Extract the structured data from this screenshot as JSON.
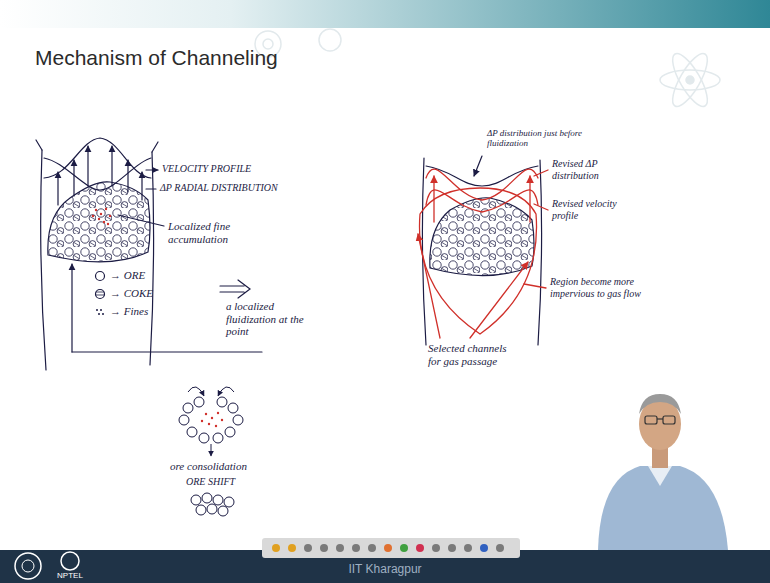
{
  "diagram": {
    "title": "Mechanism of Channeling",
    "labels": [
      "VELOCITY PROFILE",
      "ΔP RADIAL DISTRIBUTION",
      "Localized fine accumulation",
      "a localized fluidization at the point",
      "ore consolidation",
      "ORE SHIFT",
      "ΔP distribution just before fluidization",
      "Revised ΔP distribution",
      "Revised velocity profile",
      "Region become more impervious to gas flow",
      "Selected channels for gas passage",
      "IIT Kharagpur",
      "NPTEL"
    ],
    "legend": [
      {
        "text": "→ ORE"
      },
      {
        "text": "→ COKE"
      },
      {
        "text": "→ Fines"
      }
    ]
  }
}
